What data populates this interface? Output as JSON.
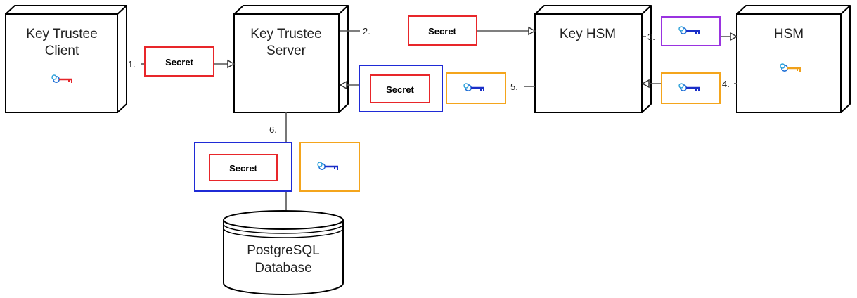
{
  "nodes": {
    "client": {
      "line1": "Key Trustee",
      "line2": "Client"
    },
    "server": {
      "line1": "Key Trustee",
      "line2": "Server"
    },
    "khsm": {
      "line1": "Key HSM"
    },
    "hsm": {
      "line1": "HSM"
    },
    "db": {
      "line1": "PostgreSQL",
      "line2": "Database"
    }
  },
  "steps": [
    "1.",
    "2.",
    "3.",
    "4.",
    "5.",
    "6."
  ],
  "secret_label": "Secret",
  "colors": {
    "secret_red": "#e8262a",
    "wrap_blue": "#1f2bd6",
    "orange": "#f4a51c",
    "purple": "#9a33e0",
    "key_blue": "#1a2fc8",
    "key_red": "#e5262a",
    "key_orange": "#f0a01a"
  },
  "icons": [
    "key-icon-red",
    "key-icon-blue",
    "key-icon-orange"
  ]
}
